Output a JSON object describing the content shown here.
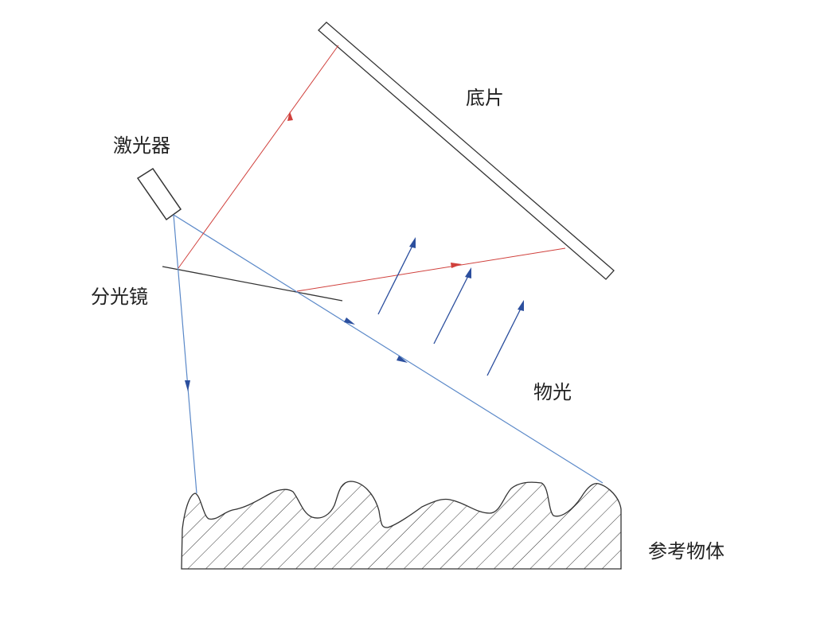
{
  "labels": {
    "film": "底片",
    "laser": "激光器",
    "beam_splitter": "分光镜",
    "object_light": "物光",
    "reference_object": "参考物体"
  },
  "colors": {
    "reference_beam": "#d0403c",
    "object_beam": "#5a88c8",
    "outline": "#333333"
  }
}
